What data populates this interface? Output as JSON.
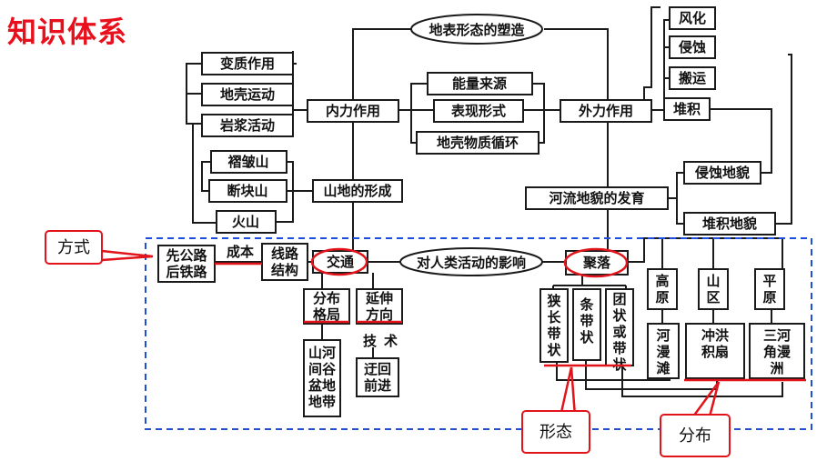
{
  "page_title": "知识体系",
  "center": "地表形态的塑造",
  "internal": {
    "title": "内力作用",
    "items": [
      "变质作用",
      "地壳运动",
      "岩浆活动"
    ]
  },
  "external": {
    "title": "外力作用",
    "items": [
      "风化",
      "侵蚀",
      "搬运",
      "堆积"
    ]
  },
  "middle_items": [
    "能量来源",
    "表现形式",
    "地壳物质循环"
  ],
  "mountains": {
    "title": "山地的形成",
    "items": [
      "褶皱山",
      "断块山",
      "火山"
    ]
  },
  "rivers": {
    "title": "河流地貌的发育",
    "items": [
      "侵蚀地貌",
      "堆积地貌"
    ]
  },
  "impact": "对人类活动的影响",
  "transport": {
    "title": "交通",
    "way": "先公路后铁路",
    "cost": "成本",
    "route": "线路结构",
    "distribution": "分布格局",
    "extension": "延伸方向",
    "mountain_valley": "山河间谷盆地地带",
    "technique": "技术",
    "detour": "迂回前进"
  },
  "settlement": {
    "title": "聚落",
    "forms": [
      "狭长带状",
      "条带状",
      "团状或带状"
    ],
    "terrain": [
      "高原",
      "山区",
      "平原"
    ],
    "landforms": [
      "河漫滩",
      "冲洪积扇",
      "三河角漫洲"
    ]
  },
  "callouts": {
    "way": "方式",
    "form": "形态",
    "distribution": "分布"
  },
  "colors": {
    "title_red": "#e8101c",
    "annotation_red": "#e0141a",
    "dashed_blue": "#1f4fd6"
  }
}
